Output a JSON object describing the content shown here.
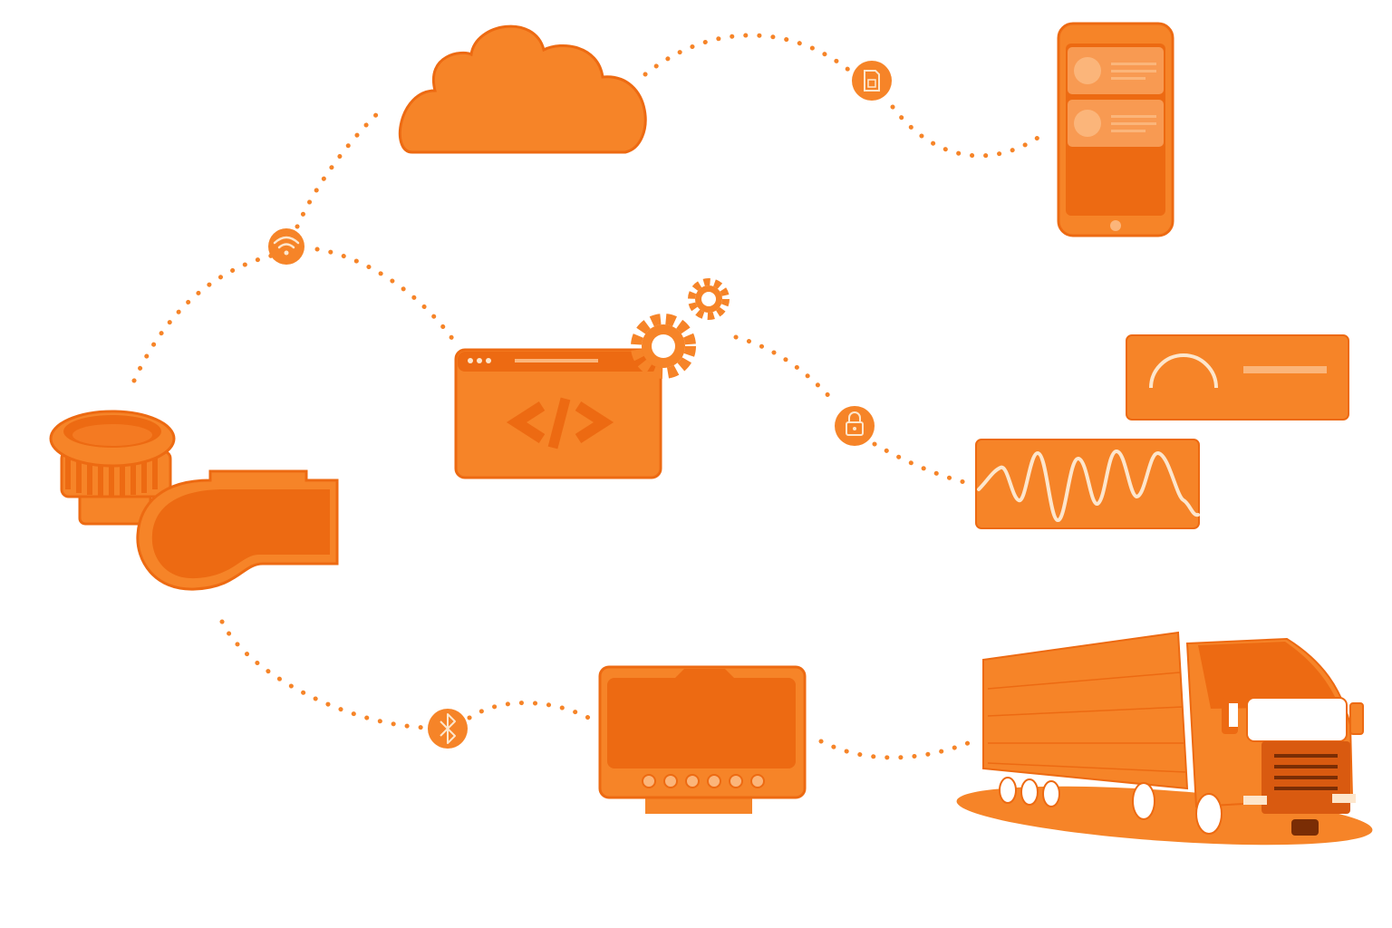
{
  "colors": {
    "primary": "#f68428",
    "dark": "#ed6a12",
    "light": "#fbb57a",
    "cream": "#fde6cc",
    "white": "#ffffff"
  },
  "nodes": [
    {
      "id": "cloud",
      "icon": "cloud-icon"
    },
    {
      "id": "mobile",
      "icon": "smartphone-icon"
    },
    {
      "id": "code-window",
      "icon": "code-window-icon"
    },
    {
      "id": "gears",
      "icon": "gear-icon"
    },
    {
      "id": "gauge-panel",
      "icon": "gauge-icon"
    },
    {
      "id": "waveform-panel",
      "icon": "waveform-icon"
    },
    {
      "id": "sensor",
      "icon": "sensor-device-icon"
    },
    {
      "id": "tablet-display",
      "icon": "in-cab-display-icon"
    },
    {
      "id": "truck",
      "icon": "truck-icon"
    }
  ],
  "connector_icons": [
    {
      "id": "wifi",
      "icon": "wifi-icon"
    },
    {
      "id": "sim",
      "icon": "sim-card-icon"
    },
    {
      "id": "lock",
      "icon": "lock-icon"
    },
    {
      "id": "bluetooth",
      "icon": "bluetooth-icon"
    }
  ]
}
